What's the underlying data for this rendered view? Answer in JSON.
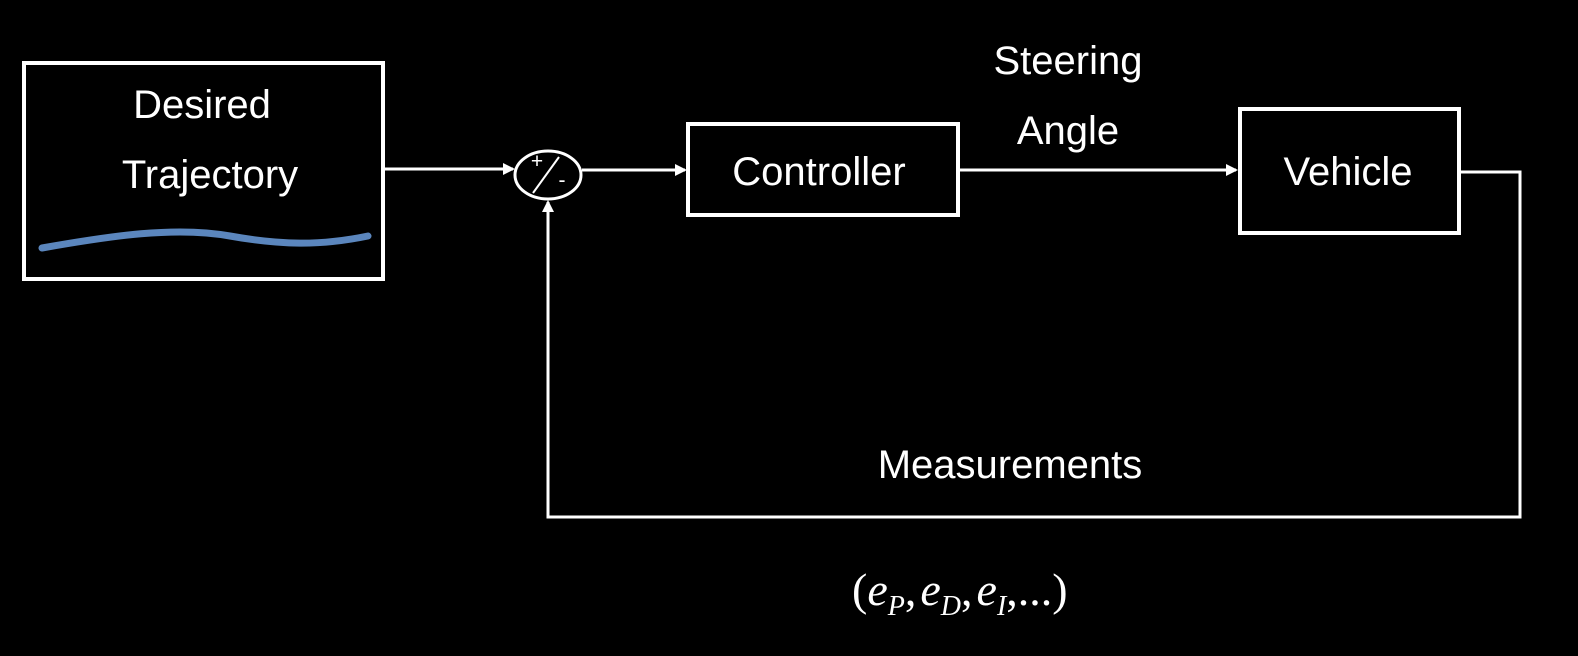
{
  "colors": {
    "background": "#000000",
    "foreground": "#ffffff",
    "trajectory_curve": "#5b86bd"
  },
  "blocks": {
    "desired_trajectory": {
      "line1": "Desired",
      "line2": "Trajectory",
      "icon": "trajectory-curve-icon"
    },
    "controller": {
      "label": "Controller"
    },
    "vehicle": {
      "label": "Vehicle"
    }
  },
  "summing_junction": {
    "plus": "+",
    "slash": "/",
    "minus": "-"
  },
  "signals": {
    "steering_angle": {
      "line1": "Steering",
      "line2": "Angle"
    },
    "measurements": {
      "label": "Measurements"
    }
  },
  "errors": {
    "open": "(",
    "e1": "e",
    "e1_sub": "P",
    "comma1": ",",
    "e2": "e",
    "e2_sub": "D",
    "comma2": ",",
    "e3": "e",
    "e3_sub": "I",
    "rest": ",...)"
  }
}
